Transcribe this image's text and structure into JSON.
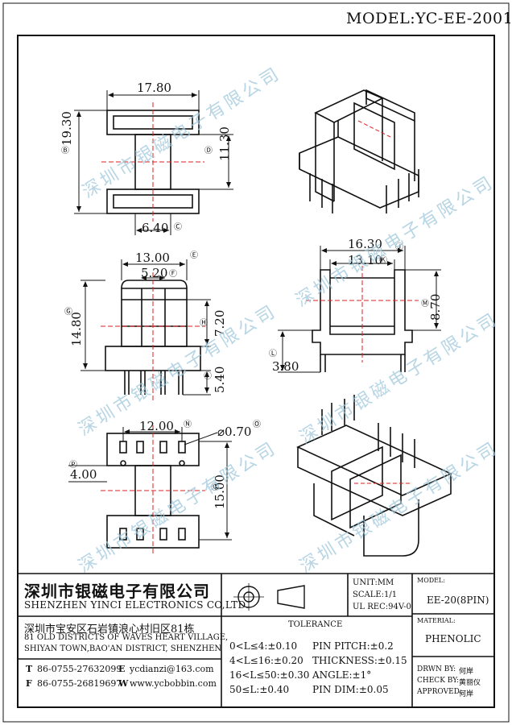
{
  "model": "MODEL:YC-EE-2001",
  "watermark": "深圳市银磁电子有限公司",
  "views": {
    "top_left": {
      "w": "17.80",
      "h": "19.30",
      "h_label": "B",
      "inner": "11.30",
      "inner_label": "D",
      "slot": "6.40",
      "slot_label": "C"
    },
    "mid_left": {
      "w": "13.00",
      "w_label": "E",
      "w2": "5.20",
      "w2_label": "F",
      "h": "14.80",
      "h_label": "G",
      "h2": "7.20",
      "h2_label": "H",
      "pin": "5.40",
      "pin_label": "I"
    },
    "mid_right": {
      "w": "16.30",
      "w_label": "J",
      "w2": "13.10",
      "w2_label": "K",
      "h": "8.70",
      "h_label": "M",
      "left": "3.80",
      "left_label": "L"
    },
    "bot_left": {
      "pitch": "12.00",
      "pitch_label": "N",
      "dia": "⌀0.70",
      "dia_label": "O",
      "off": "4.00",
      "off_label": "P",
      "h": "15.00",
      "h_label": "Q"
    }
  },
  "company": {
    "name_cn": "深圳市银磁电子有限公司",
    "name_en": "SHENZHEN YINCI ELECTRONICS CO,LTD.",
    "address_cn": "深圳市宝安区石岩镇浪心村旧区81栋",
    "address_en1": "81 OLD DISTRICTS OF WAVES HEART VILLAGE,",
    "address_en2": "SHIYAN TOWN,BAO'AN DISTRICT,  SHENZHEN",
    "tel_label": "T",
    "tel": "86-0755-27632099",
    "email_label": "E",
    "email": "ycdianzi@163.com",
    "fax_label": "F",
    "fax": "86-0755-26819697",
    "web_label": "W",
    "web": "www.ycbobbin.com"
  },
  "specs": {
    "unit": "UNIT:MM",
    "scale": "SCALE:1/1",
    "ul": "UL REC:94V-0",
    "tolerance_title": "TOLERANCE",
    "tol": [
      "0<L≤4:±0.10",
      "4<L≤16:±0.20",
      "16<L≤50:±0.30",
      "50≤L:±0.40"
    ],
    "pin_pitch": "PIN PITCH:±0.2",
    "thickness": "THICKNESS:±0.15",
    "angle": "ANGLE:±1°",
    "pin_dim": "PIN DIM:±0.05"
  },
  "right": {
    "model_label": "MODEL:",
    "model_value": "EE-20(8PIN)",
    "material_label": "MATERIAL:",
    "material_value": "PHENOLIC",
    "drawn": "DRWN BY:",
    "drawn_name": "何岸",
    "check": "CHECK BY:",
    "check_name": "黄丽仪",
    "approved": "APPROVED:",
    "approved_name": "何岸"
  }
}
